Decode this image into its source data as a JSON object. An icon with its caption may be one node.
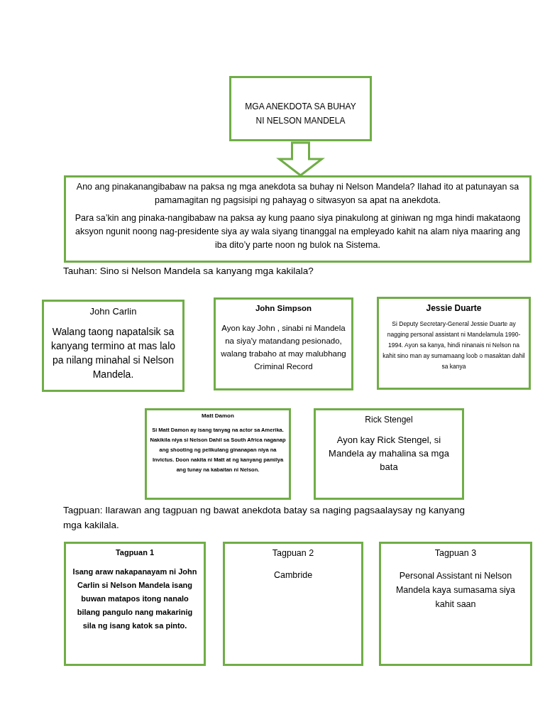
{
  "diagram": {
    "nodes": [
      {
        "text": [
          "MGA ANEKDOTA SA BUHAY NI NELSON MANDELA"
        ]
      },
      {
        "text": [
          "Ano ang pinakanangibabaw na paksa ng mga anekdota sa buhay ni Nelson Mandela? Ilahad ito at patunayan sa pamamagitan ng pagsisipi ng pahayag o sitwasyon sa apat na anekdota.",
          "Para sa’kin ang pinaka-nangibabaw na paksa ay kung paano siya pinakulong at giniwan ng mga hindi makataong aksyon ngunit noong nag-presidente siya ay wala siyang tinanggal na empleyado kahit na alam niya maaring ang iba dito’y parte noon ng bulok na Sistema."
        ]
      },
      {
        "text": [
          "John Carlin",
          "Walang taong napatalsik sa kanyang termino at mas lalo pa nilang minahal si Nelson Mandela."
        ]
      },
      {
        "text": [
          "John Simpson",
          "Ayon kay John , sinabi ni Mandela na siya'y matandang pesionado, walang trabaho at may malubhang Criminal Record"
        ]
      },
      {
        "text": [
          "Jessie Duarte",
          "Si Deputy Secretary-General Jessie Duarte ay nagging personal assistant ni Mandelamula 1990-1994. Ayon sa kanya, hindi ninanais ni Nelson na kahit sino man ay sumamaang loob o masaktan dahil sa kanya"
        ]
      },
      {
        "text": [
          "Matt Damon",
          "Si Matt Damon ay isang tanyag na actor sa Amerika. Nakikila niya si Nelson Dahil sa South Africa naganap ang shooting ng pelikulang ginanapan niya na Invictus. Doon nakita ni Matt at ng kanyang pamilya ang tunay na kabaitan ni Nelson."
        ]
      },
      {
        "text": [
          "Rick Stengel",
          "Ayon kay Rick Stengel, si Mandela ay mahalina sa mga bata"
        ]
      },
      {
        "text": [
          "Tagpuan 1",
          "Isang araw nakapanayam ni John Carlin si Nelson Mandela isang buwan matapos itong nanalo bilang pangulo nang makarinig sila ng isang katok sa pinto."
        ]
      },
      {
        "text": [
          "Tagpuan 2",
          "Cambride"
        ]
      },
      {
        "text": [
          "Tagpuan 3",
          "Personal Assistant ni Nelson Mandela kaya sumasama siya kahit saan"
        ]
      }
    ],
    "edges": [
      {
        "from": 0,
        "to": 1,
        "arrow": "to"
      }
    ],
    "labels": [
      "Tauhan: Sino si Nelson Mandela sa kanyang mga kakilala?",
      "Tagpuan: Ilarawan ang tagpuan ng bawat anekdota batay sa naging pagsaalaysay ng kanyang mga kakilala."
    ]
  }
}
